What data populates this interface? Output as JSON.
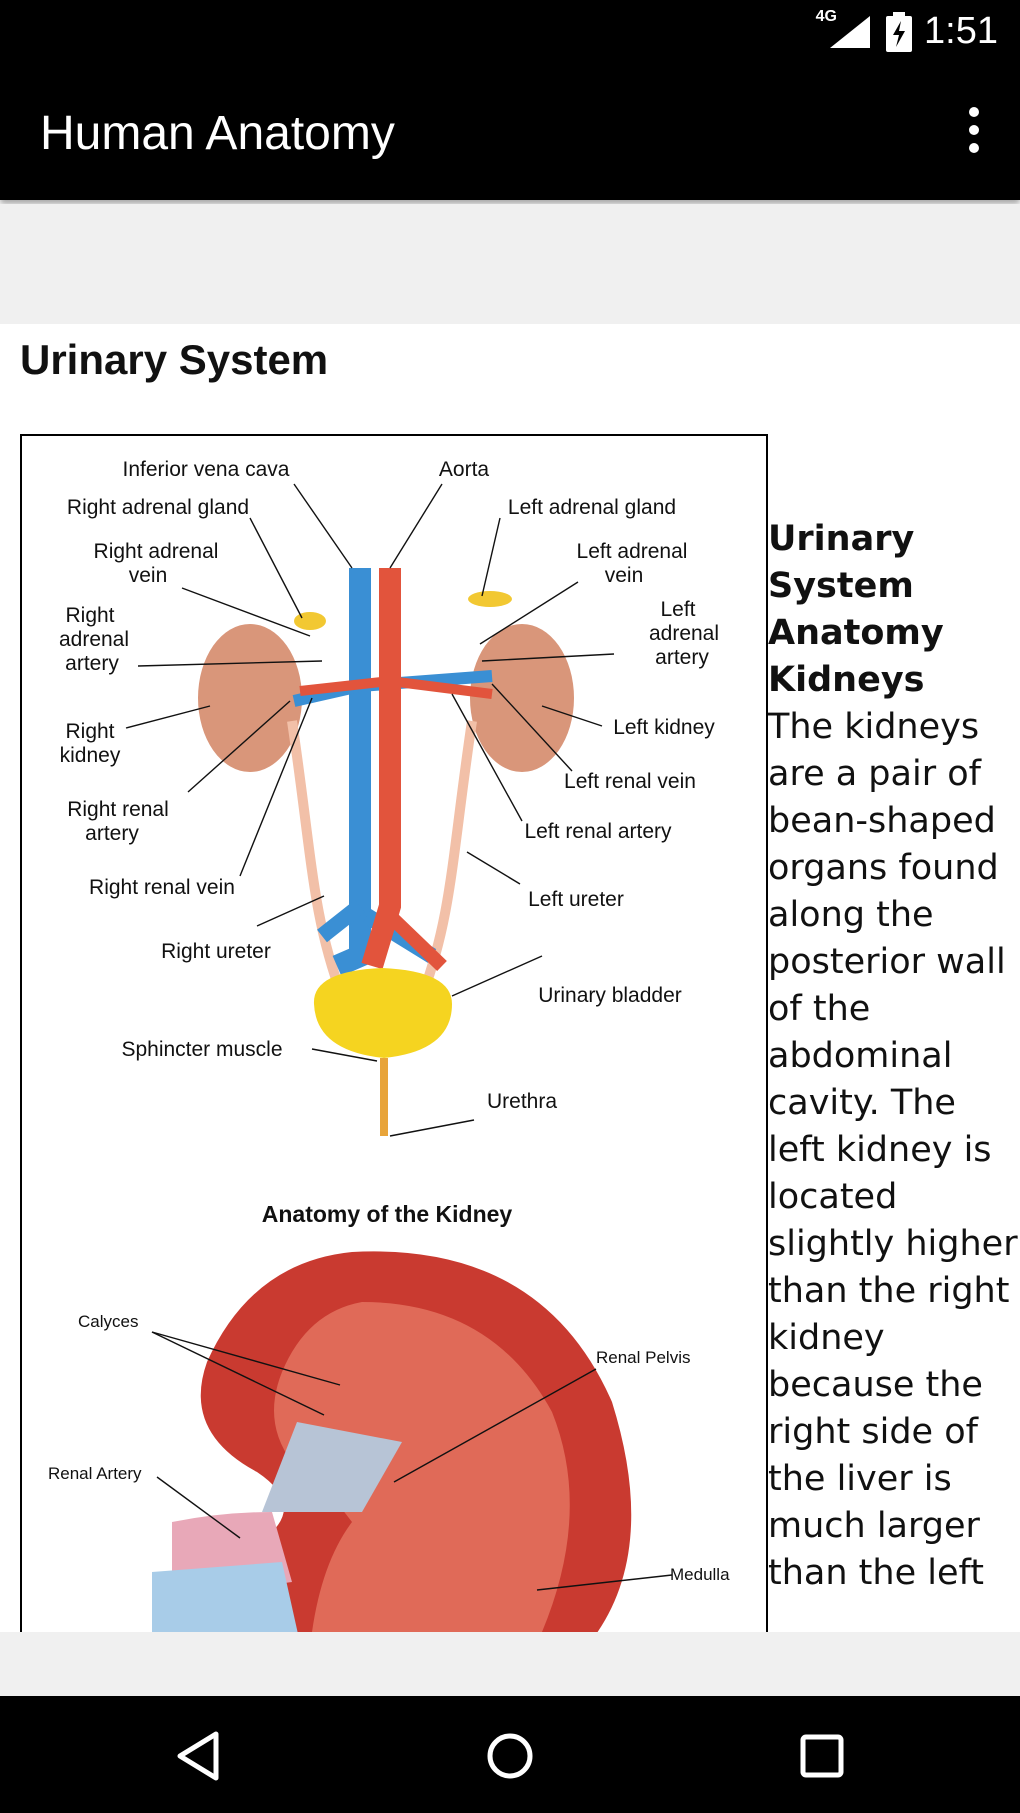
{
  "status": {
    "time": "1:51",
    "network": "4G"
  },
  "appbar": {
    "title": "Human Anatomy",
    "menu_icon": "overflow-menu-icon"
  },
  "page": {
    "title": "Urinary System"
  },
  "figure1": {
    "labels": {
      "ivc": "Inferior vena cava",
      "aorta": "Aorta",
      "right_adrenal_gland": "Right adrenal gland",
      "left_adrenal_gland": "Left adrenal gland",
      "right_adrenal_vein_1": "Right adrenal",
      "right_adrenal_vein_2": "vein",
      "left_adrenal_vein_1": "Left adrenal",
      "left_adrenal_vein_2": "vein",
      "right_adrenal_artery_1": "Right",
      "right_adrenal_artery_2": "adrenal",
      "right_adrenal_artery_3": "artery",
      "left_adrenal_artery_1": "Left",
      "left_adrenal_artery_2": "adrenal",
      "left_adrenal_artery_3": "artery",
      "right_kidney_1": "Right",
      "right_kidney_2": "kidney",
      "left_kidney": "Left kidney",
      "left_renal_vein": "Left renal vein",
      "right_renal_artery_1": "Right renal",
      "right_renal_artery_2": "artery",
      "left_renal_artery": "Left renal artery",
      "right_renal_vein": "Right renal vein",
      "left_ureter": "Left ureter",
      "right_ureter": "Right ureter",
      "urinary_bladder": "Urinary bladder",
      "sphincter_muscle": "Sphincter muscle",
      "urethra": "Urethra"
    }
  },
  "figure2": {
    "title": "Anatomy of the Kidney",
    "labels": {
      "calyces": "Calyces",
      "renal_pelvis": "Renal Pelvis",
      "renal_artery": "Renal Artery",
      "medulla": "Medulla"
    }
  },
  "side": {
    "heading": "Urinary System Anatomy Kidneys",
    "body": "The kidneys are a pair of bean-shaped organs found along the posterior wall of the abdominal cavity. The left kidney is located slightly higher than the right kidney because the right side of the liver is much larger than the left"
  },
  "colors": {
    "vein": "#3a8fd4",
    "artery": "#e2543c",
    "kidney": "#d9967a",
    "adrenal": "#f2c832",
    "bladder": "#f5d420",
    "ureter": "#f2c0a8"
  },
  "navbar": {
    "back_icon": "back-triangle-icon",
    "home_icon": "home-circle-icon",
    "recents_icon": "recents-square-icon"
  }
}
